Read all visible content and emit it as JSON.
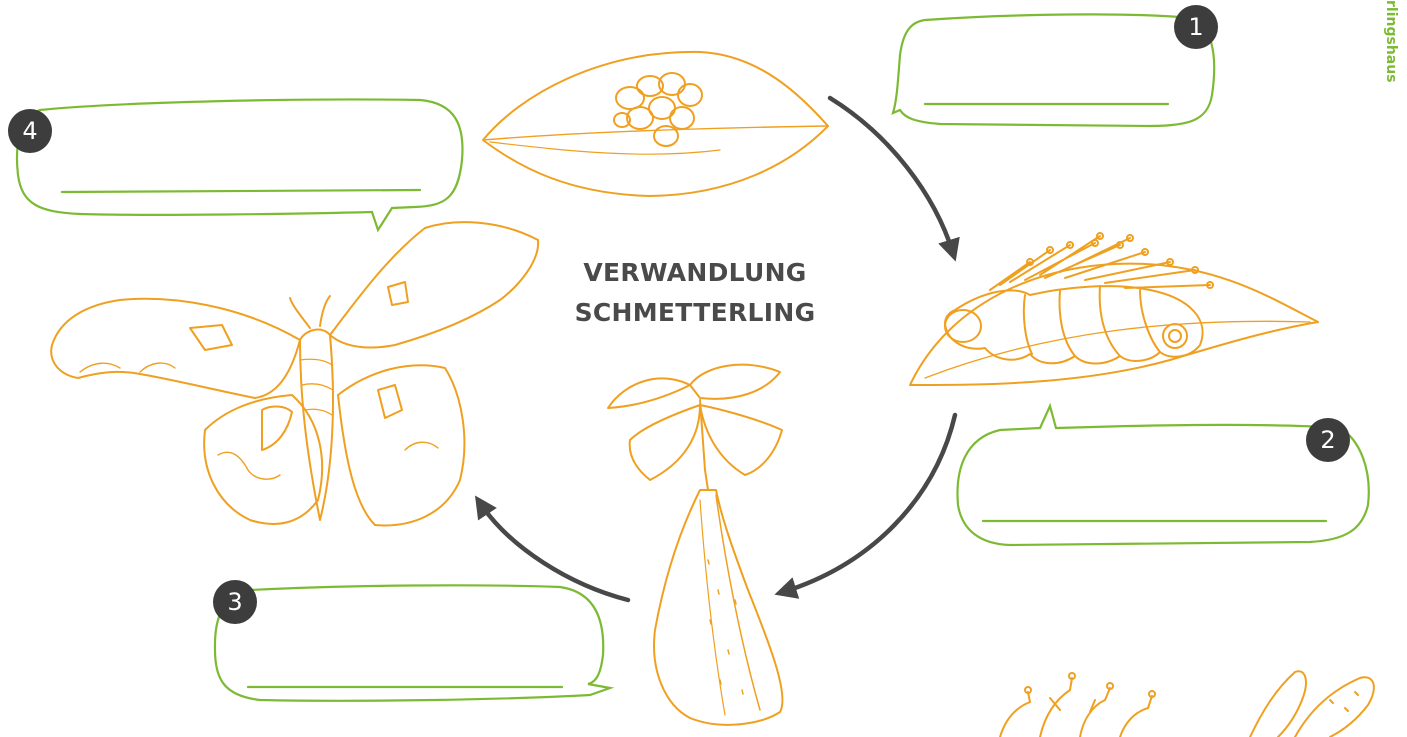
{
  "diagram": {
    "title_lines": [
      "VERWANDLUNG",
      "SCHMETTERLING"
    ],
    "brand_fragment": "rlingshaus",
    "stages": [
      {
        "number": "1",
        "subject": "eggs on leaf",
        "answer": ""
      },
      {
        "number": "2",
        "subject": "caterpillar on leaf",
        "answer": ""
      },
      {
        "number": "3",
        "subject": "chrysalis",
        "answer": ""
      },
      {
        "number": "4",
        "subject": "moth",
        "answer": ""
      }
    ],
    "arrows": [
      "eggs-to-caterpillar",
      "caterpillar-to-chrysalis",
      "chrysalis-to-moth"
    ]
  },
  "colors": {
    "drawing_orange": "#f0a020",
    "bubble_green": "#7dba34",
    "badge_dark": "#3d3d3d",
    "arrow_dark": "#484848",
    "title_gray": "#4a4a4a"
  }
}
